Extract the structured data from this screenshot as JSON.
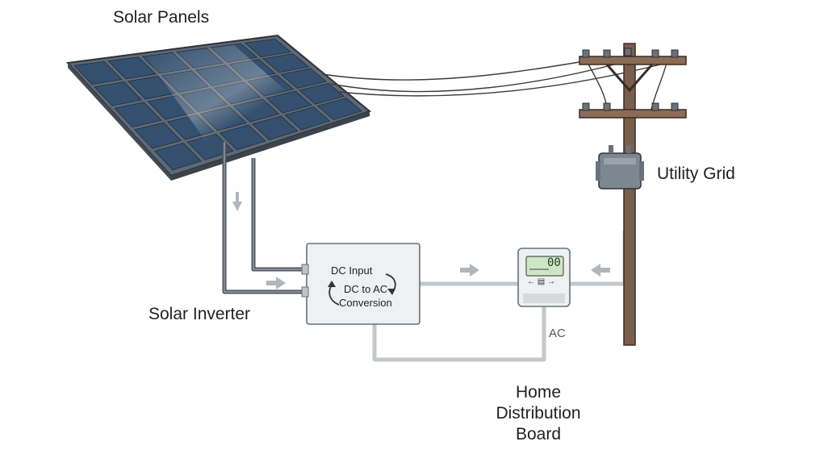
{
  "labels": {
    "solar_panels": "Solar Panels",
    "utility_grid": "Utility Grid",
    "solar_inverter": "Solar Inverter",
    "ac": "AC",
    "home_line1": "Home",
    "home_line2": "Distribution",
    "home_line3": "Board"
  },
  "inverter": {
    "line1": "DC Input",
    "line2": "DC to AC",
    "line3": "Conversion"
  },
  "meter": {
    "display": "00"
  },
  "colors": {
    "panel_cell": "#34506e",
    "panel_frame": "#5e6975",
    "pole": "#7a5e4d",
    "dc_cable": "#4e5660",
    "ac_cable": "#c4c7ca",
    "box_fill": "#eef0f2",
    "box_stroke": "#6b7075",
    "meter_screen": "#cfe6c6"
  }
}
